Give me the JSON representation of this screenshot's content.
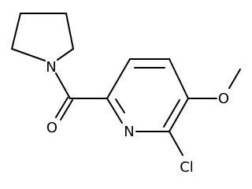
{
  "molecule": {
    "atoms": {
      "pyrrolidine_n": "N",
      "carbonyl_o": "O",
      "pyridine_n": "N",
      "chlorine": "Cl",
      "methoxy_o": "O"
    }
  }
}
